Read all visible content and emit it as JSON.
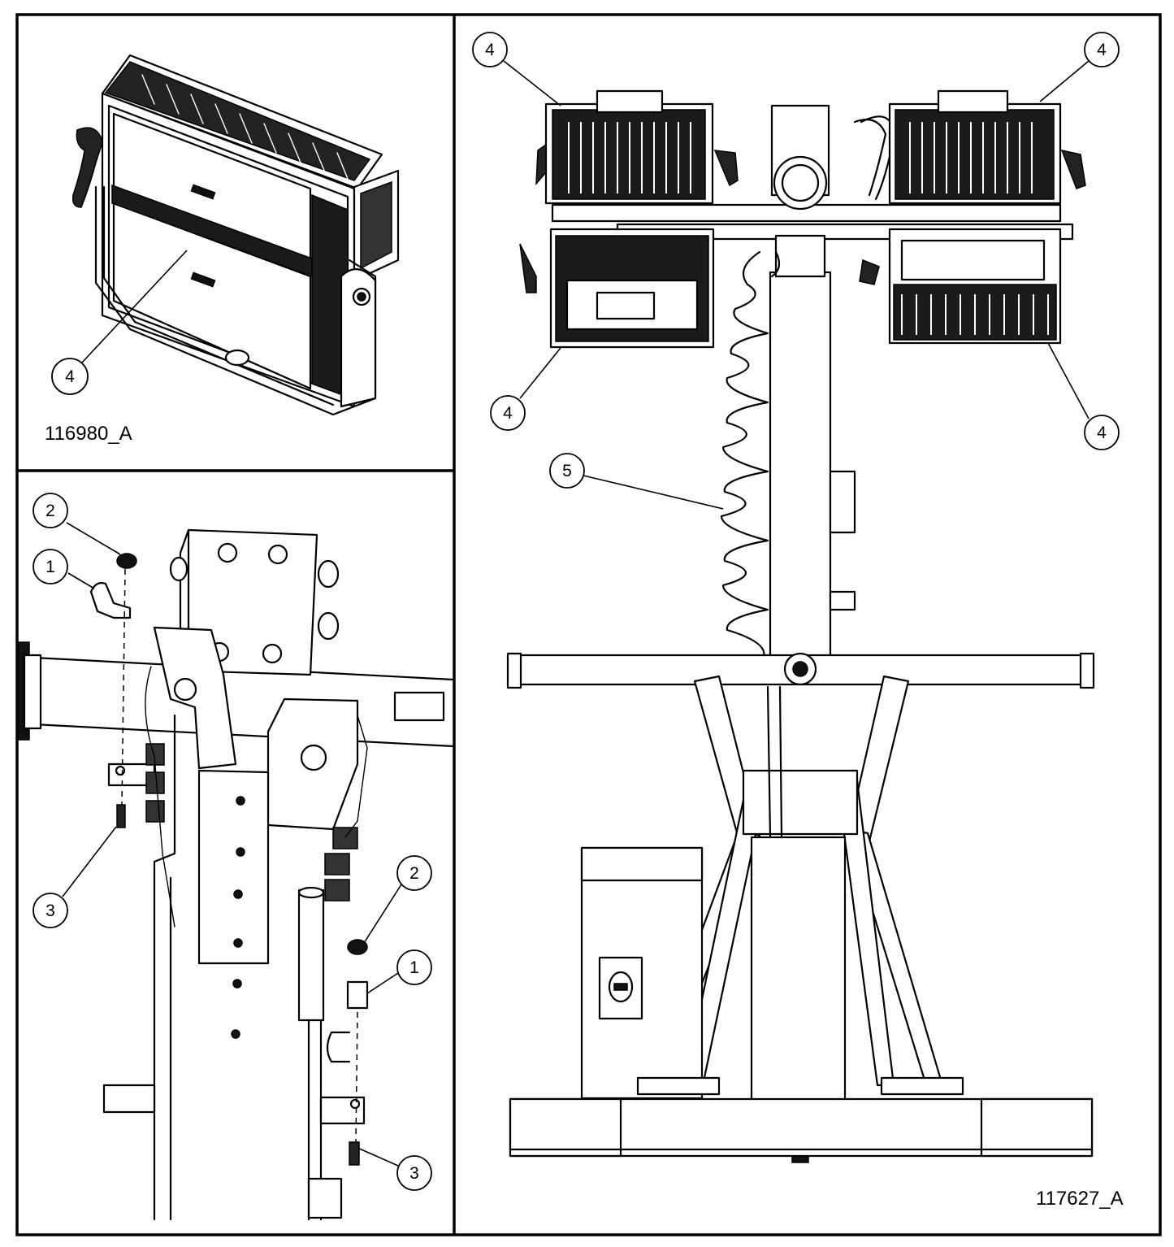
{
  "panels": {
    "top_left": {
      "drawing_id": "116980_A",
      "callouts": [
        "4"
      ]
    },
    "bottom_left": {
      "callouts": [
        "2",
        "1",
        "3",
        "2",
        "1",
        "3"
      ]
    },
    "right": {
      "drawing_id": "117627_A",
      "callouts": [
        "4",
        "4",
        "4",
        "4",
        "5"
      ]
    }
  }
}
